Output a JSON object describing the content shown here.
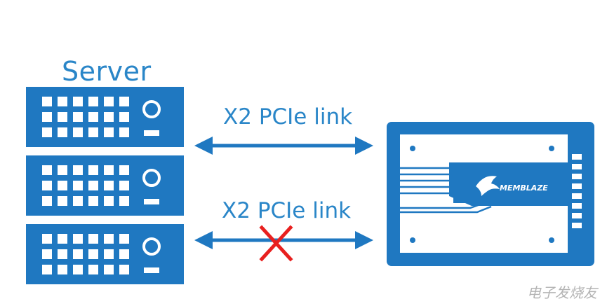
{
  "title": "Server",
  "links": [
    {
      "label": "X2 PCIe link",
      "status": "ok"
    },
    {
      "label": "X2 PCIe link",
      "status": "failed"
    }
  ],
  "device": {
    "brand": "MEMBLAZE"
  },
  "watermark": "电子发烧友",
  "colors": {
    "primary": "#1f78c1",
    "failure": "#e8201f"
  }
}
